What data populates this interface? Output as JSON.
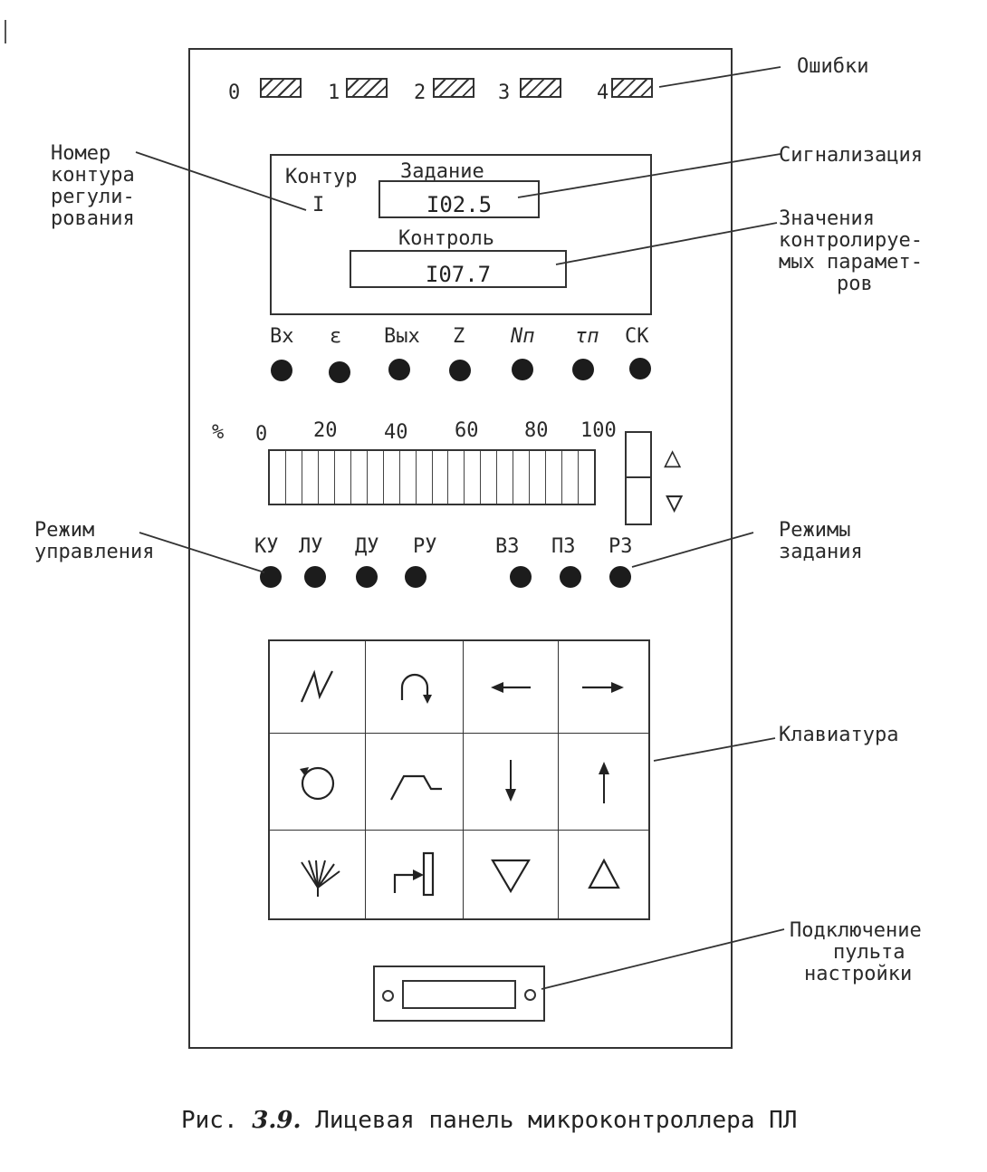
{
  "errors": {
    "title": "Ошибки",
    "indices": [
      "0",
      "1",
      "2",
      "3",
      "4"
    ]
  },
  "display": {
    "contour_label": "Контур",
    "contour_number": "I",
    "task_label": "Задание",
    "task_value": "I02.5",
    "control_label": "Контроль",
    "control_value": "I07.7"
  },
  "indicators": [
    "Вх",
    "ε",
    "Вых",
    "Z",
    "Nп",
    "τп",
    "СК"
  ],
  "scale": {
    "unit": "%",
    "ticks": [
      "0",
      "20",
      "40",
      "60",
      "80",
      "100"
    ],
    "up_symbol": "△",
    "down_symbol": "▽"
  },
  "control_modes": [
    "КУ",
    "ЛУ",
    "ДУ",
    "РУ"
  ],
  "setpoint_modes": [
    "ВЗ",
    "ПЗ",
    "РЗ"
  ],
  "keypad_icons": [
    "zigzag-icon",
    "curved-arrow-icon",
    "arrow-left-icon",
    "arrow-right-icon",
    "circle-arrow-icon",
    "ramp-icon",
    "arrow-down-icon",
    "arrow-up-icon",
    "rays-icon",
    "arrow-to-bar-icon",
    "triangle-down-icon",
    "triangle-up-icon"
  ],
  "annotations": {
    "contour_number": [
      "Номер",
      "контура",
      "регули-",
      "рования"
    ],
    "signaling": [
      "Сигнализация"
    ],
    "controlled_values": [
      "Значения",
      "контролируе-",
      "мых парамет-",
      "ров"
    ],
    "control_mode": [
      "Режим",
      "управления"
    ],
    "setpoint_modes": [
      "Режимы",
      "задания"
    ],
    "keyboard": [
      "Клавиатура"
    ],
    "console_connection": [
      "Подключение",
      "пульта",
      "настройки"
    ]
  },
  "caption": {
    "prefix": "Рис.",
    "number": "3.9.",
    "text": "Лицевая панель микроконтроллера ПЛ"
  }
}
